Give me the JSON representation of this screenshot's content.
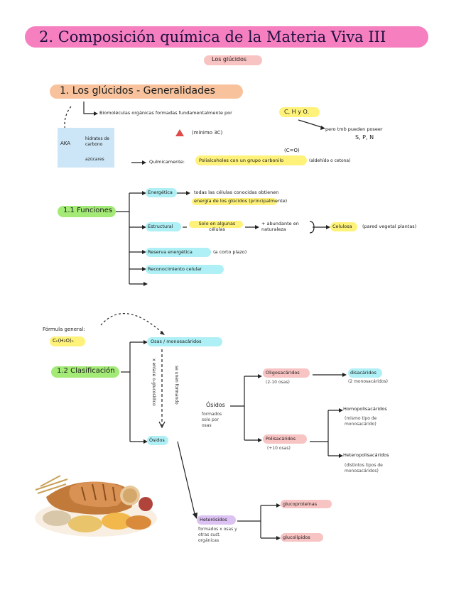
{
  "title": "2. Composición química de la Materia Viva III",
  "subtitle": "Los glúcidos",
  "colors": {
    "pink": "#f57fbf",
    "peach": "#f8c39c",
    "yellow": "#fff27a",
    "green": "#a3ea77",
    "blue": "#bfe7f9",
    "cyan": "#aef0f5",
    "salmon": "#f8c3c3",
    "lilac": "#dcc2f2",
    "lightblue": "#cce6f7"
  },
  "sec1": {
    "heading": "1. Los glúcidos - Generalidades",
    "def_text": "Biomoléculas orgánicas formadas fundamentalmente por",
    "def_elements": "C, H y O.",
    "extra_text": "pero tmb pueden poseer",
    "extra_elements": "S, P, N",
    "aka": "AKA",
    "aka_items": [
      "hidratos de carbono",
      "azúcares"
    ],
    "minimo": "(mínimo 3C)",
    "c_eq_o": "(C=O)",
    "quimica_label": "Químicamente:",
    "quimica_text": "Polialcoholes con un grupo carbonilo",
    "quimica_note": "(aldehído o cetona)"
  },
  "funciones": {
    "heading": "1.1 Funciones",
    "energetica": "Energética",
    "energetica_desc_1": "todas las células conocidas obtienen",
    "energetica_desc_2": "energía de los glúcidos (principalmente)",
    "estructural": "Estructural",
    "estructural_desc": "Solo en algunas células",
    "abundante": "+ abundante en naturaleza",
    "celulosa": "Celulosa",
    "celulosa_note": "(pared vegetal plantas)",
    "reserva": "Reserva energética",
    "reserva_note": "(a corto plazo)",
    "reconocimiento": "Reconocimiento celular"
  },
  "clasificacion": {
    "heading": "1.2 Clasificación",
    "formula_label": "Fórmula general:",
    "formula": "Cₙ(H₂O)ₙ",
    "osas": "Osas / monosacáridos",
    "vertical_1": "se unen formando",
    "vertical_2": "x enlace o-glucosídico",
    "osidos": "Ósidos",
    "osidos_desc": "formados solo por osas",
    "oligosacaridos": "Oligosacáridos",
    "oligo_note": "(2-10 osas)",
    "disacaridos": "disacáridos",
    "disac_note": "(2 monosacáridos)",
    "polisacaridos": "Polisacáridos",
    "poli_note": "(+10 osas)",
    "homopolisacaridos": "Homopolisacáridos",
    "homo_note": "(mismo tipo de monosacárido)",
    "heteropolisacaridos": "Heteropolisacáridos",
    "hetero_note": "(distintos tipos de monosacáridos)",
    "ositos": "Ósidos",
    "heterosidos": "Heterósidos",
    "hetero_desc": "formados x osas y otras sust. orgánicas",
    "glucoproteinas": "glucoproteínas",
    "glucolipidos": "glucolípidos"
  }
}
